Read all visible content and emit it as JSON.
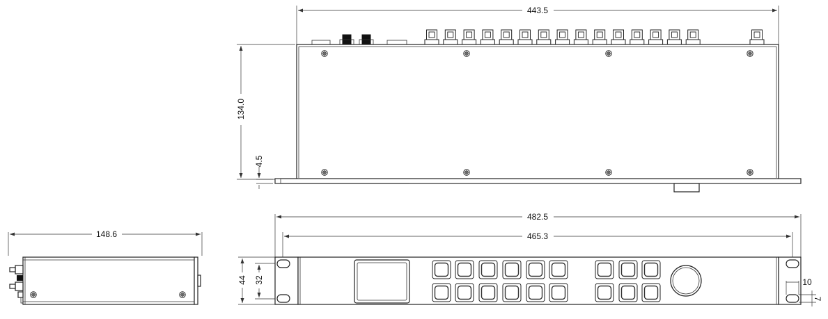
{
  "dimensions": {
    "top_width": "443.5",
    "top_depth": "134.0",
    "flange_thickness": "4.5",
    "side_depth": "148.6",
    "front_overall_width": "482.5",
    "front_hole_spacing": "465.3",
    "front_height": "44",
    "front_hole_vertical_spacing": "32",
    "ear_slot_width": "10",
    "ear_slot_height": "7"
  },
  "views": {
    "top": {
      "connector_count": 16,
      "screw_count": 8
    },
    "front": {
      "button_rows": 2,
      "left_group_columns": 6,
      "right_group_columns": 3
    },
    "side": {
      "screw_count": 2
    }
  }
}
